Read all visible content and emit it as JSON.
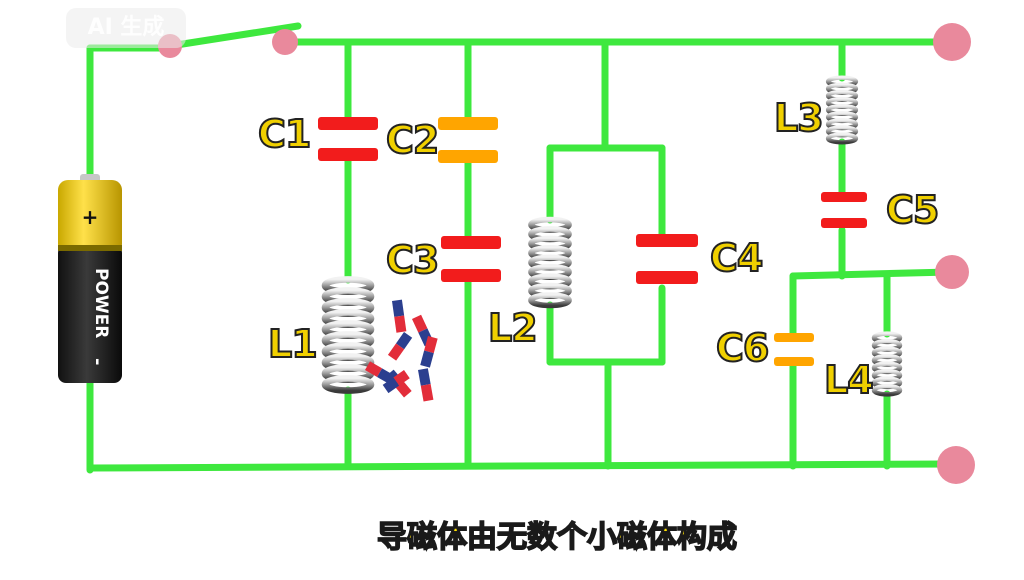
{
  "watermark": "AI 生成",
  "caption": "导磁体由无数个小磁体构成",
  "battery": {
    "plus": "+",
    "brand": "POWER",
    "minus": "-"
  },
  "components": {
    "C1": "C1",
    "C2": "C2",
    "C3": "C3",
    "C4": "C4",
    "C5": "C5",
    "C6": "C6",
    "L1": "L1",
    "L2": "L2",
    "L3": "L3",
    "L4": "L4"
  },
  "colors": {
    "wire": "#3ee83e",
    "cap_red": "#f21c1c",
    "cap_orange": "#ffa500",
    "terminal": "#e9899c",
    "label": "#f0d000"
  }
}
